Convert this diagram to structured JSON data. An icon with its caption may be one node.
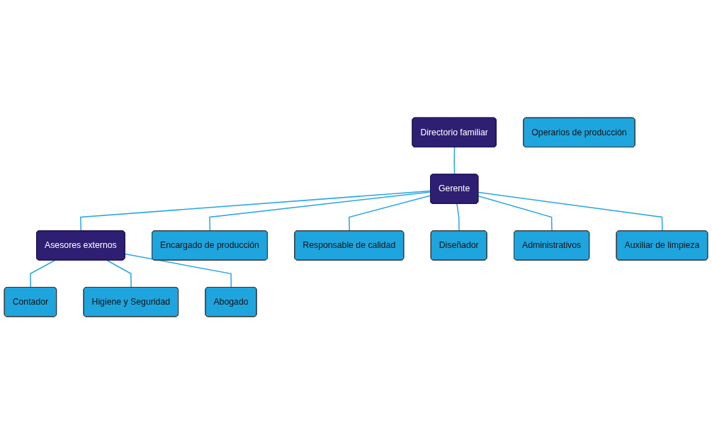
{
  "diagram": {
    "nodes": [
      {
        "text": [
          "Directorio familiar"
        ]
      },
      {
        "text": [
          "Gerente"
        ]
      },
      {
        "text": [
          "Asesores externos"
        ]
      },
      {
        "text": [
          "Encargado de producción"
        ]
      },
      {
        "text": [
          "Responsable de calidad"
        ]
      },
      {
        "text": [
          "Diseñador"
        ]
      },
      {
        "text": [
          "Administrativos"
        ]
      },
      {
        "text": [
          "Auxiliar de limpieza"
        ]
      },
      {
        "text": [
          "Contador"
        ]
      },
      {
        "text": [
          "Higiene y Seguridad"
        ]
      },
      {
        "text": [
          "Abogado"
        ]
      },
      {
        "text": [
          "Operarios de producción"
        ]
      }
    ],
    "edges": [
      {
        "from": 0,
        "to": 1,
        "arrow": "none"
      },
      {
        "from": 1,
        "to": 3,
        "arrow": "none"
      },
      {
        "from": 1,
        "to": 4,
        "arrow": "none"
      },
      {
        "from": 1,
        "to": 5,
        "arrow": "none"
      },
      {
        "from": 1,
        "to": 6,
        "arrow": "none"
      },
      {
        "from": 1,
        "to": 7,
        "arrow": "none"
      },
      {
        "from": 1,
        "to": 2,
        "arrow": "none"
      },
      {
        "from": 2,
        "to": 8,
        "arrow": "none"
      },
      {
        "from": 2,
        "to": 9,
        "arrow": "none"
      },
      {
        "from": 2,
        "to": 10,
        "arrow": "none"
      }
    ]
  }
}
